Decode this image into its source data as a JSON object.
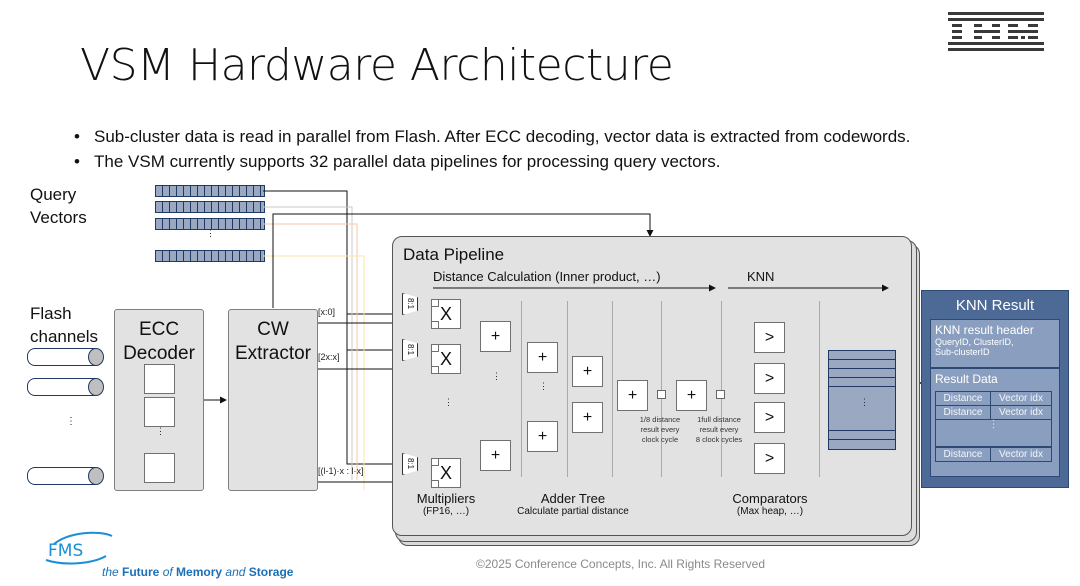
{
  "slide": {
    "title": "VSM Hardware Architecture",
    "logo_text": "IBM",
    "bullets": [
      "Sub-cluster data is read in parallel from Flash. After ECC decoding, vector data is extracted from codewords.",
      "The VSM currently supports 32 parallel data pipelines for processing query vectors."
    ]
  },
  "diagram": {
    "query_vectors_label": [
      "Query",
      "Vectors"
    ],
    "flash_channels_label": [
      "Flash",
      "channels"
    ],
    "ecc_decoder": [
      "ECC",
      "Decoder"
    ],
    "cw_extractor": [
      "CW",
      "Extractor"
    ],
    "slice_labels": [
      "[x:0]",
      "[2x:x]",
      "[(l-1)·x : l·x]"
    ],
    "mux_label": "8:1",
    "multiply_symbol": "X",
    "add_symbol": "+",
    "compare_symbol": ">",
    "ellipsis": "⋮",
    "pipeline_title": "Data Pipeline",
    "stage_distance": "Distance Calculation (Inner product, …)",
    "stage_knn": "KNN",
    "annotation_1": [
      "1/8 distance",
      "result every",
      "clock cycle"
    ],
    "annotation_2": [
      "1full distance",
      "result every",
      "8 clock cycles"
    ],
    "multipliers": {
      "title": "Multipliers",
      "sub": "(FP16, …)"
    },
    "adder_tree": {
      "title": "Adder Tree",
      "sub": "Calculate partial distance"
    },
    "comparators": {
      "title": "Comparators",
      "sub": "(Max heap, …)"
    },
    "knn_result": {
      "title": "KNN Result",
      "header_title": "KNN result header",
      "header_fields": [
        "QueryID, ClusterID,",
        "Sub-clusterID"
      ],
      "data_title": "Result Data",
      "col_distance": "Distance",
      "col_vector": "Vector idx"
    }
  },
  "footer": {
    "brand": "FMS",
    "tagline_1": "the ",
    "tagline_2": "Future",
    "tagline_3": " of ",
    "tagline_4": "Memory",
    "tagline_5": " and ",
    "tagline_6": "Storage",
    "copyright": "©2025 Conference Concepts, Inc. All Rights Reserved"
  },
  "colors": {
    "vector_fill": "#9aa8c2",
    "vector_border": "#203864",
    "knn_bg": "#4d6a96",
    "block_bg": "#e2e2e2",
    "fms_blue": "#1a8fd6"
  }
}
